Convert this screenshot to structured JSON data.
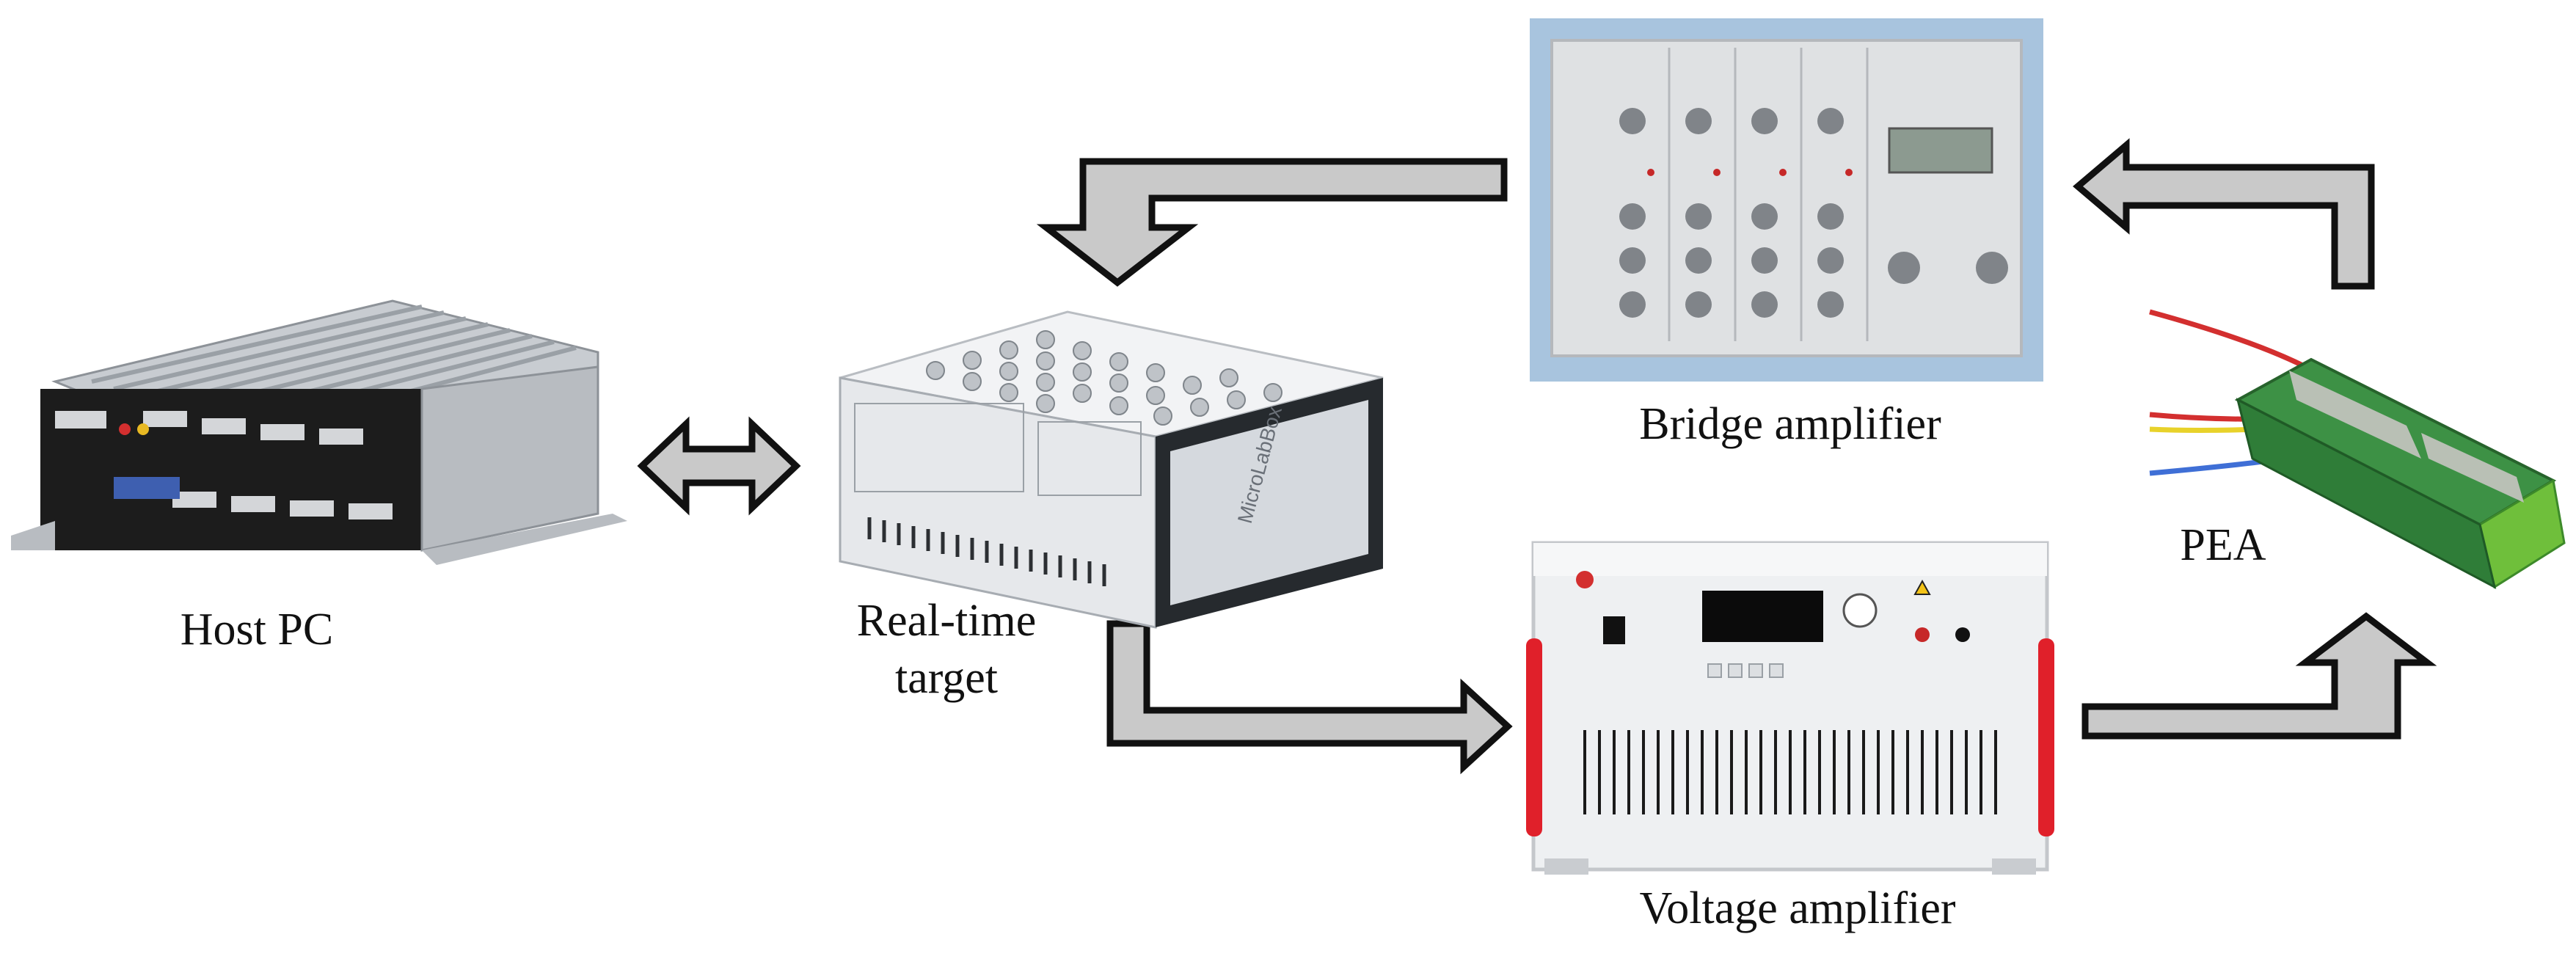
{
  "labels": {
    "host_pc": "Host PC",
    "real_time_target_line1": "Real-time",
    "real_time_target_line2": "target",
    "bridge_amplifier": "Bridge amplifier",
    "voltage_amplifier": "Voltage amplifier",
    "pea": "PEA"
  },
  "colors": {
    "arrow_fill": "#c9c9c9",
    "arrow_stroke": "#111111",
    "device_light": "#eceef0",
    "device_dark": "#1c1c1c",
    "handle_red": "#e0202a",
    "pea_green": "#3a8a3c"
  },
  "icons": {
    "host_pc": "fanless-computer-icon",
    "real_time_target": "microlabbox-icon",
    "bridge_amplifier": "bridge-amplifier-icon",
    "voltage_amplifier": "voltage-amplifier-icon",
    "pea": "piezo-actuator-icon"
  }
}
